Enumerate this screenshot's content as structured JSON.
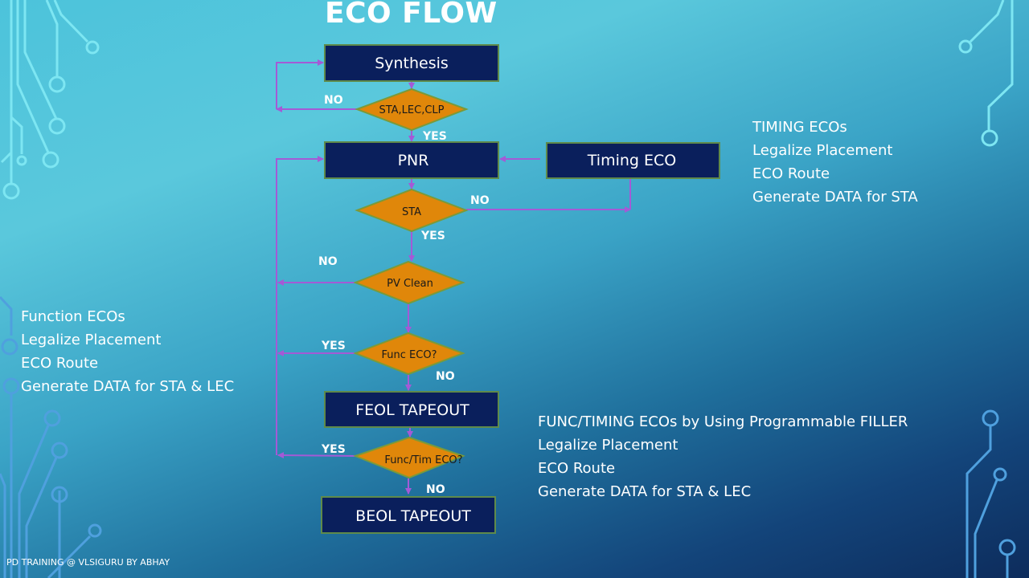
{
  "title": "ECO FLOW",
  "flowchart": {
    "boxes": {
      "synthesis": "Synthesis",
      "pnr": "PNR",
      "timing_eco": "Timing ECO",
      "feol_tapeout": "FEOL TAPEOUT",
      "beol_tapeout": "BEOL TAPEOUT"
    },
    "decisions": {
      "sta_lec_clp": "STA,LEC,CLP",
      "sta": "STA",
      "pv_clean": "PV Clean",
      "func_eco": "Func ECO?",
      "func_tim_eco": "Func/Tim ECO?"
    },
    "edge_labels": {
      "sta_lec_clp_no": "NO",
      "sta_lec_clp_yes": "YES",
      "sta_no": "NO",
      "sta_yes": "YES",
      "pv_clean_no": "NO",
      "func_eco_yes": "YES",
      "func_eco_no": "NO",
      "func_tim_eco_yes": "YES",
      "func_tim_eco_no": "NO"
    },
    "colors": {
      "box_fill": "#0a1f5c",
      "box_border": "#5f8a4a",
      "decision_fill": "#e0870a",
      "decision_border": "#7a9a3a",
      "arrow": "#a45ad6"
    }
  },
  "notes": {
    "timing": [
      "TIMING ECOs",
      "Legalize Placement",
      "ECO Route",
      "Generate DATA for STA"
    ],
    "function": [
      "Function ECOs",
      "Legalize Placement",
      "ECO Route",
      "Generate DATA for STA & LEC"
    ],
    "filler": [
      "FUNC/TIMING ECOs by Using Programmable FILLER",
      "Legalize Placement",
      "ECO Route",
      "Generate DATA for STA & LEC"
    ]
  },
  "footer": "PD TRAINING @ VLSIGURU  BY ABHAY"
}
